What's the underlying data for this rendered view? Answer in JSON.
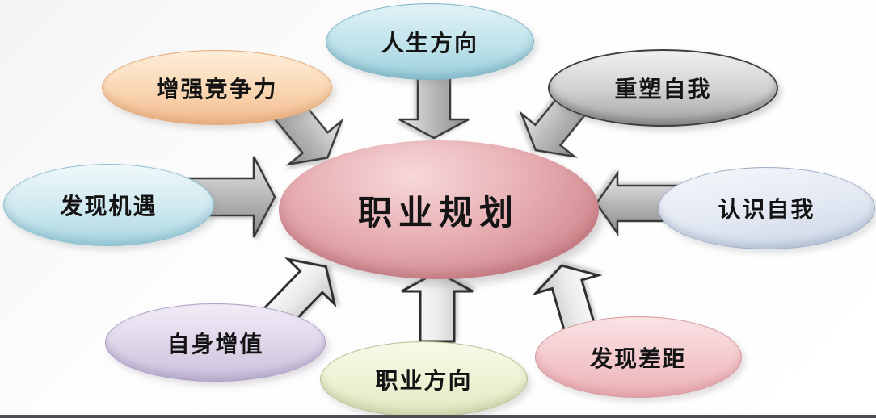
{
  "diagram": {
    "type": "radial-concept-map",
    "background_color": "#fbfbfd",
    "bottom_bar_color": "#4e4e52",
    "center": {
      "id": "career-planning",
      "label": "职业规划",
      "fill_top": "#f7d8da",
      "fill_bottom": "#c1757b"
    },
    "nodes": [
      {
        "id": "life-direction",
        "label": "人生方向",
        "position": "top",
        "fill_top": "#e2f3f7",
        "fill_bottom": "#9ed0dd",
        "border": "#7eb5c5"
      },
      {
        "id": "boost-competitiveness",
        "label": "增强竞争力",
        "position": "top-left",
        "fill_top": "#fdeeda",
        "fill_bottom": "#f3bb8e",
        "border": "#e5a877"
      },
      {
        "id": "reshape-self",
        "label": "重塑自我",
        "position": "top-right",
        "fill_top": "#f1f1f1",
        "fill_bottom": "#a2a2a2",
        "border": "#3f3f3f"
      },
      {
        "id": "discover-opportunities",
        "label": "发现机遇",
        "position": "left",
        "fill_top": "#f0f9fa",
        "fill_bottom": "#a9d6e2",
        "border": "#8cbecd"
      },
      {
        "id": "know-self",
        "label": "认识自我",
        "position": "right",
        "fill_top": "#f6f8fb",
        "fill_bottom": "#c9d4e5",
        "border": "#9fadc4"
      },
      {
        "id": "self-appreciation",
        "label": "自身增值",
        "position": "bottom-left",
        "fill_top": "#f1ecf7",
        "fill_bottom": "#cbc0db",
        "border": "#ab9ec3"
      },
      {
        "id": "career-direction",
        "label": "职业方向",
        "position": "bottom",
        "fill_top": "#f8fae9",
        "fill_bottom": "#dfe8c0",
        "border": "#b4c194"
      },
      {
        "id": "discover-gaps",
        "label": "发现差距",
        "position": "bottom-right",
        "fill_top": "#fae4e6",
        "fill_bottom": "#ecb2b7",
        "border": "#d5989e"
      }
    ],
    "arrows": [
      {
        "from": "life-direction",
        "to": "career-planning",
        "direction": "down"
      },
      {
        "from": "boost-competitiveness",
        "to": "career-planning",
        "direction": "down-right"
      },
      {
        "from": "reshape-self",
        "to": "career-planning",
        "direction": "down-left"
      },
      {
        "from": "discover-opportunities",
        "to": "career-planning",
        "direction": "right"
      },
      {
        "from": "know-self",
        "to": "career-planning",
        "direction": "left"
      },
      {
        "from": "self-appreciation",
        "to": "career-planning",
        "direction": "up-right"
      },
      {
        "from": "career-direction",
        "to": "career-planning",
        "direction": "up"
      },
      {
        "from": "discover-gaps",
        "to": "career-planning",
        "direction": "up-left"
      }
    ]
  }
}
